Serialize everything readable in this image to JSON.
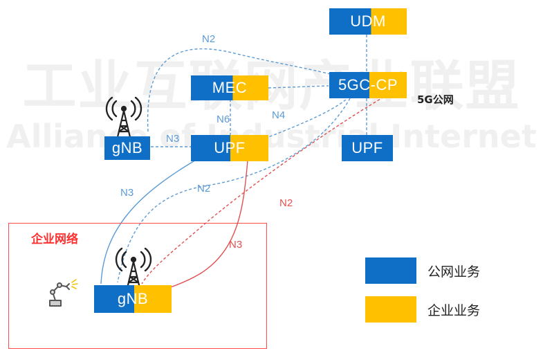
{
  "watermark": {
    "cn": "工业互联网产业联盟",
    "en": "Alliance of Industrial Internet"
  },
  "nodes": {
    "udm": "UDM",
    "cp": "5GC-CP",
    "mec": "MEC",
    "upf_ent": "UPF",
    "upf_pub": "UPF",
    "gnb_pub": "gNB",
    "gnb_ent": "gNB"
  },
  "links": {
    "n2_top": "N2",
    "n3_top": "N3",
    "n6": "N6",
    "n4": "N4",
    "n3_blue": "N3",
    "n2_blue": "N2",
    "n2_red": "N2",
    "n3_red": "N3"
  },
  "labels": {
    "public_network": "5G公网",
    "enterprise_network": "企业网络"
  },
  "legend": [
    {
      "label": "公网业务",
      "color": "#0f6fc6"
    },
    {
      "label": "企业业务",
      "color": "#ffc000"
    }
  ],
  "colors": {
    "public": "#0f6fc6",
    "enterprise": "#ffc000",
    "signal_line": "#5b9bd5",
    "enterprise_line": "#e05050"
  },
  "icons": [
    "antenna-tower-icon",
    "robot-arm-icon"
  ]
}
